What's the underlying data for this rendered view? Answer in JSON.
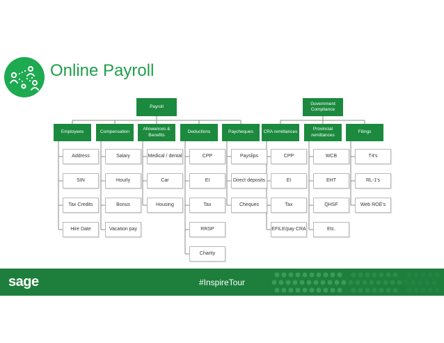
{
  "title": "Online Payroll",
  "roots": {
    "payroll": "Payroll",
    "government": "Government Compliance"
  },
  "categories": {
    "employees": "Employees",
    "compensation": "Compensation",
    "allowances": "Allowances & Benefits",
    "deductions": "Deductions",
    "paycheques": "Paycheques",
    "cra": "CRA remittances",
    "provincial": "Provincial remittances",
    "filings": "Filings"
  },
  "items": {
    "employees": [
      "Address",
      "SIN",
      "Tax Credits",
      "Hire Date"
    ],
    "compensation": [
      "Salary",
      "Hourly",
      "Bonus",
      "Vacation pay"
    ],
    "allowances": [
      "Medical / dental",
      "Car",
      "Housing"
    ],
    "deductions": [
      "CPP",
      "EI",
      "Tax",
      "RRSP",
      "Charity"
    ],
    "paycheques": [
      "Payslips",
      "Direct deposits",
      "Cheques"
    ],
    "cra": [
      "CPP",
      "EI",
      "Tax",
      "EFILE/pay CRA"
    ],
    "provincial": [
      "WCB",
      "EHT",
      "QHSF",
      "Etc."
    ],
    "filings": [
      "T4's",
      "RL-1's",
      "Web ROE's"
    ]
  },
  "footer": {
    "brand": "sage",
    "tag": "#InspireTour"
  },
  "colors": {
    "brand_green": "#1eaa50",
    "header_green": "#1b8a3e",
    "footer_green": "#1d7f3b",
    "connector": "#888888"
  },
  "icons": [
    "people-network-icon",
    "sage-logo"
  ]
}
